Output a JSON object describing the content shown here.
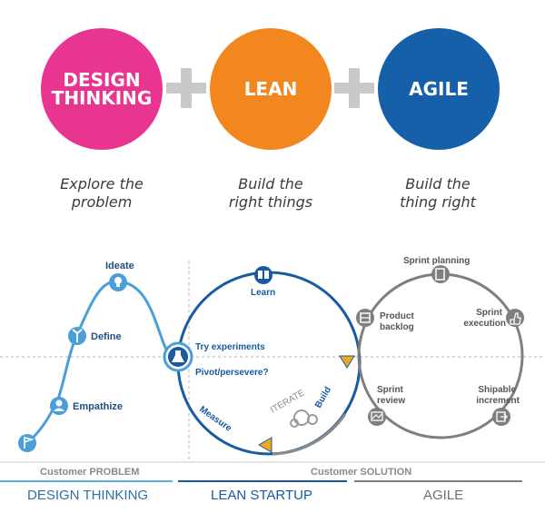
{
  "header": {
    "circles": [
      {
        "line1": "DESIGN",
        "line2": "THINKING",
        "color": "#e8358f"
      },
      {
        "line1": "LEAN",
        "line2": "",
        "color": "#f2871f"
      },
      {
        "line1": "AGILE",
        "line2": "",
        "color": "#1560a8"
      }
    ],
    "captions": [
      {
        "line1": "Explore the",
        "line2": "problem"
      },
      {
        "line1": "Build the",
        "line2": "right things"
      },
      {
        "line1": "Build the",
        "line2": "thing right"
      }
    ]
  },
  "design_thinking": {
    "steps": [
      "Ideate",
      "Define",
      "Empathize"
    ],
    "color": "#4a9fd8"
  },
  "lean_startup": {
    "learn": "Learn",
    "try": "Try experiments",
    "pivot": "Pivot/persevere?",
    "build": "Build",
    "measure": "Measure",
    "iterate": "ITERATE",
    "color": "#1a5aa0",
    "arrow_color": "#f0a81c"
  },
  "agile": {
    "sprint_planning": "Sprint planning",
    "product_backlog": [
      "Product",
      "backlog"
    ],
    "sprint_execution": [
      "Sprint",
      "execution"
    ],
    "sprint_review": [
      "Sprint",
      "review"
    ],
    "shipable_increment": [
      "Shipable",
      "increment"
    ],
    "color": "#7f7f7f"
  },
  "footer": {
    "customer_problem": "Customer PROBLEM",
    "customer_solution": "Customer SOLUTION",
    "labels": [
      "DESIGN THINKING",
      "LEAN STARTUP",
      "AGILE"
    ]
  }
}
